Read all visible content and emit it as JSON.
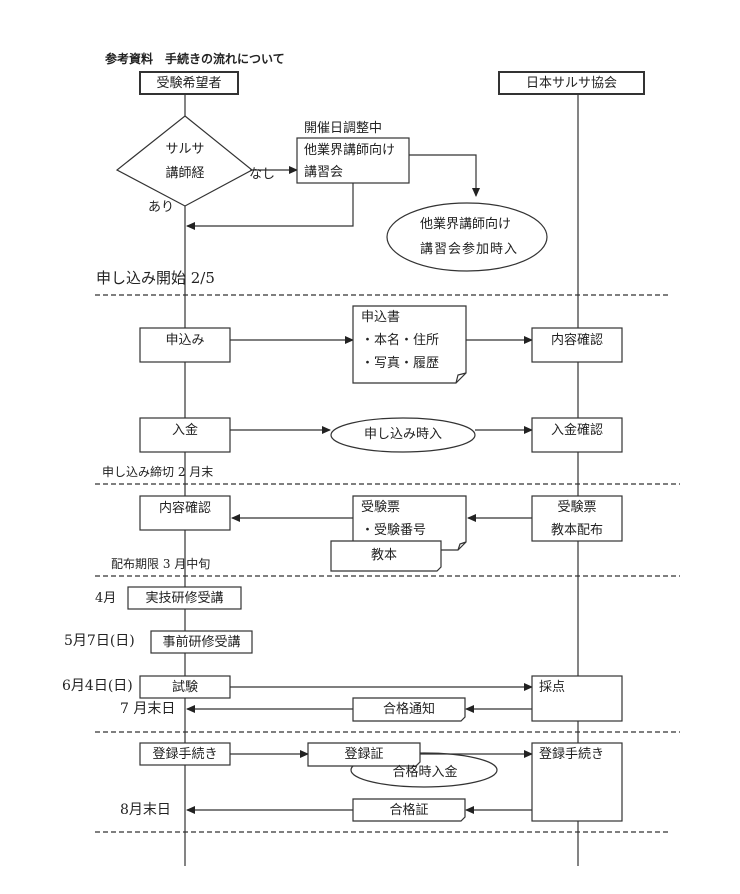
{
  "title": "参考資料　手続きの流れについて",
  "lanes": {
    "applicant": "受験希望者",
    "association": "日本サルサ協会"
  },
  "decision": {
    "line1": "サルサ",
    "line2": "講師経",
    "no_label": "なし",
    "yes_label": "あり"
  },
  "other_course": {
    "status": "開催日調整中",
    "line1": "他業界講師向け",
    "line2": "講習会"
  },
  "other_course_fee": {
    "line1": "他業界講師向け",
    "line2": "講習会参加時入"
  },
  "phases": {
    "apply_start": "申し込み開始 2/5",
    "apply_deadline": "申し込み締切 2 月末",
    "distribution_deadline": "配布期限 3 月中旬"
  },
  "steps": {
    "apply": "申込み",
    "application_doc": {
      "title": "申込書",
      "item1": "・本名・住所",
      "item2": "・写真・履歴"
    },
    "content_check_assoc": "内容確認",
    "payment": "入金",
    "payment_at_apply": "申し込み時入",
    "payment_check": "入金確認",
    "content_check_applicant": "内容確認",
    "exam_ticket_doc": {
      "title": "受験票",
      "item1": "・受験番号"
    },
    "textbook_doc": "教本",
    "distribute": {
      "line1": "受験票",
      "line2": "教本配布"
    },
    "practical_training": "実技研修受講",
    "pre_training": "事前研修受講",
    "exam": "試験",
    "grading": "採点",
    "pass_notice": "合格通知",
    "registration_applicant": "登録手続き",
    "registration_cert": "登録証",
    "payment_on_pass": "合格時入金",
    "registration_assoc": "登録手続き",
    "pass_cert": "合格証"
  },
  "dates": {
    "april": "4月",
    "may": "5月7日(日)",
    "june": "6月4日(日)",
    "july_end": "7 月末日",
    "august_end": "8月末日"
  }
}
